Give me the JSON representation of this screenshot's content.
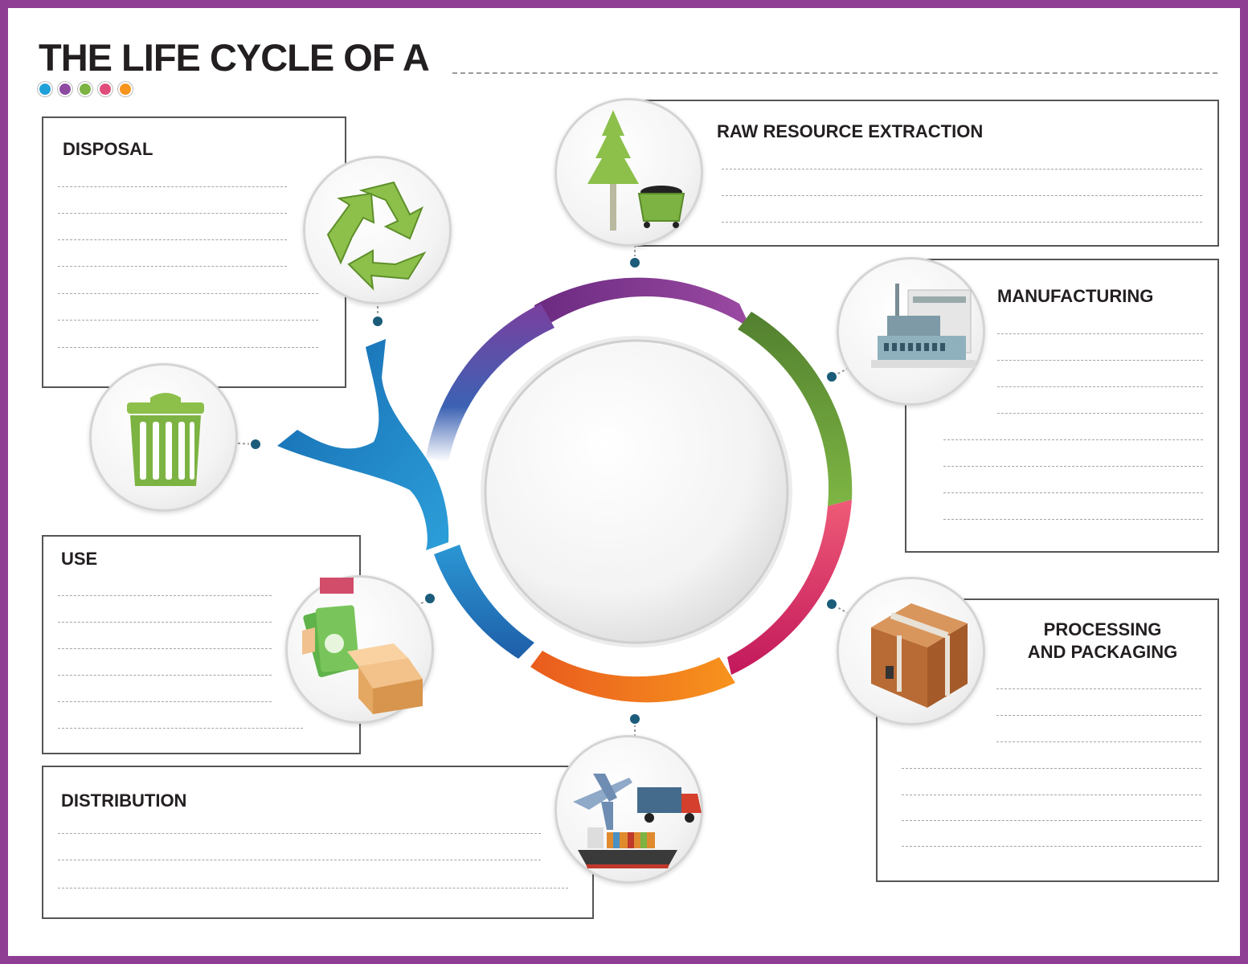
{
  "title": "THE LIFE CYCLE OF A",
  "stages": {
    "raw": "RAW RESOURCE EXTRACTION",
    "manufacturing": "MANUFACTURING",
    "processing_line1": "PROCESSING",
    "processing_line2": "AND PACKAGING",
    "distribution": "DISTRIBUTION",
    "use": "USE",
    "disposal": "DISPOSAL"
  },
  "colors": {
    "border": "#8e3f94",
    "dot_blue": "#1fa0d8",
    "dot_purple": "#8e4aa0",
    "dot_green": "#7cb342",
    "dot_pink": "#e04d7a",
    "dot_orange": "#f7941d",
    "ring_purple": "#8e3f94",
    "ring_green": "#6a9e3a",
    "ring_pink": "#d6336c",
    "ring_orange": "#f57c1f",
    "ring_blue": "#1f74b8"
  },
  "icons": [
    "tree-icon",
    "coal-cart-icon",
    "factory-icon",
    "cardboard-box-icon",
    "airplane-icon",
    "truck-icon",
    "cargo-ship-icon",
    "money-icon",
    "open-box-icon",
    "trash-can-icon",
    "recycle-icon"
  ]
}
